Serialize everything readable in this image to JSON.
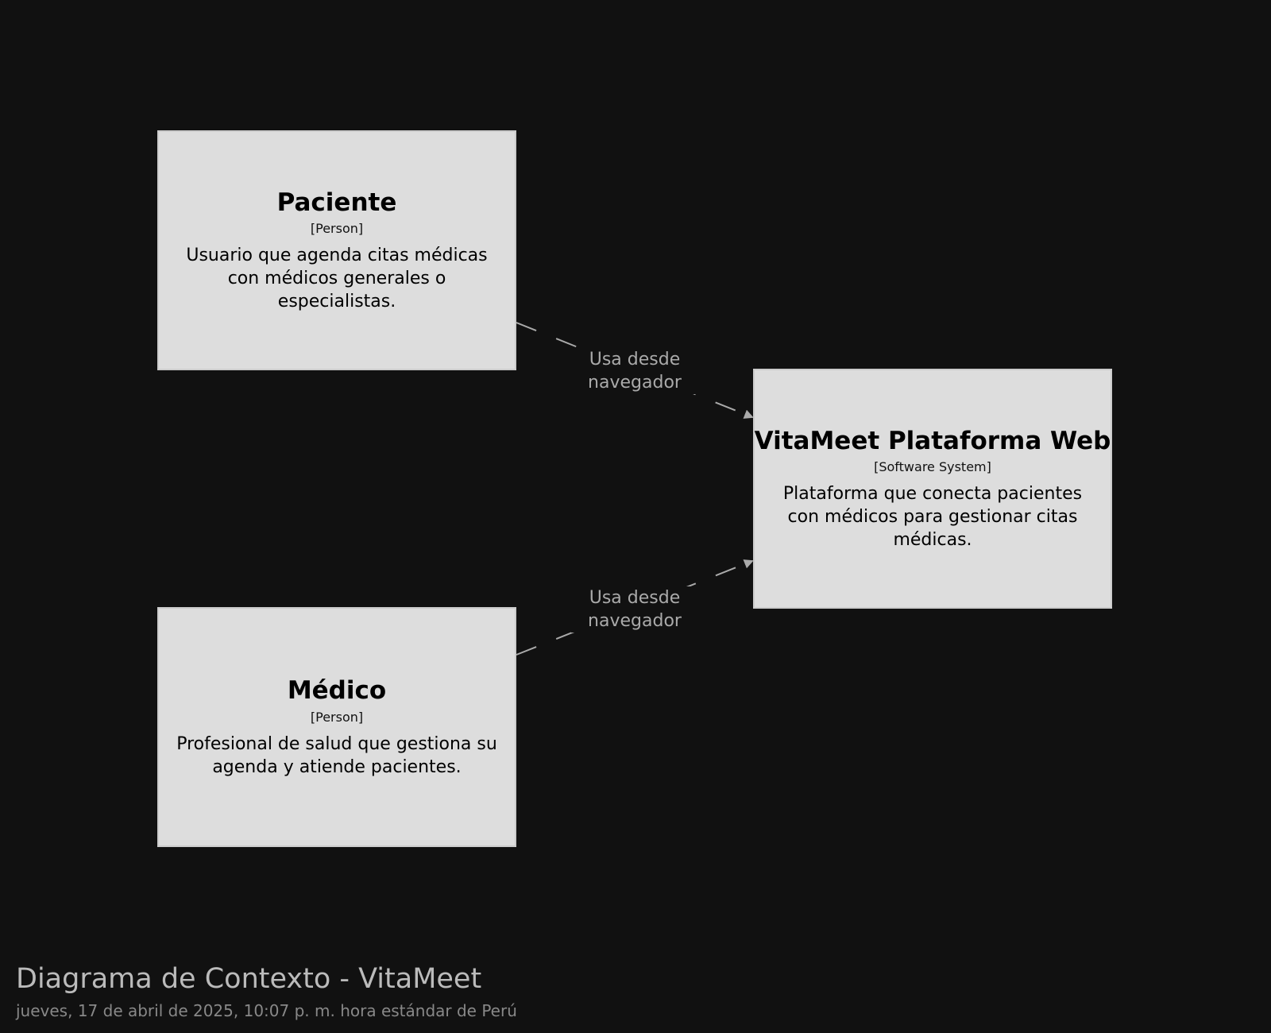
{
  "elements": [
    {
      "id": "paciente",
      "name": "Paciente",
      "type": "[Person]",
      "description": "Usuario que agenda citas médicas con médicos generales o especialistas."
    },
    {
      "id": "medico",
      "name": "Médico",
      "type": "[Person]",
      "description": "Profesional de salud que gestiona su agenda y atiende pacientes."
    },
    {
      "id": "vitameet",
      "name": "VitaMeet Plataforma Web",
      "type": "[Software System]",
      "description": "Plataforma que conecta pacientes con médicos para gestionar citas médicas."
    }
  ],
  "relationships": [
    {
      "from": "paciente",
      "to": "vitameet",
      "label": "Usa desde navegador"
    },
    {
      "from": "medico",
      "to": "vitameet",
      "label": "Usa desde navegador"
    }
  ],
  "diagram": {
    "title": "Diagrama de Contexto - VitaMeet",
    "subtitle": "jueves, 17 de abril de 2025, 10:07 p. m. hora estándar de Perú"
  },
  "colors": {
    "background": "#111111",
    "box_fill": "#dddddd",
    "box_border": "#cccccc",
    "edge": "#aaaaaa",
    "title_text": "#bbbbbb",
    "subtitle_text": "#888888"
  }
}
